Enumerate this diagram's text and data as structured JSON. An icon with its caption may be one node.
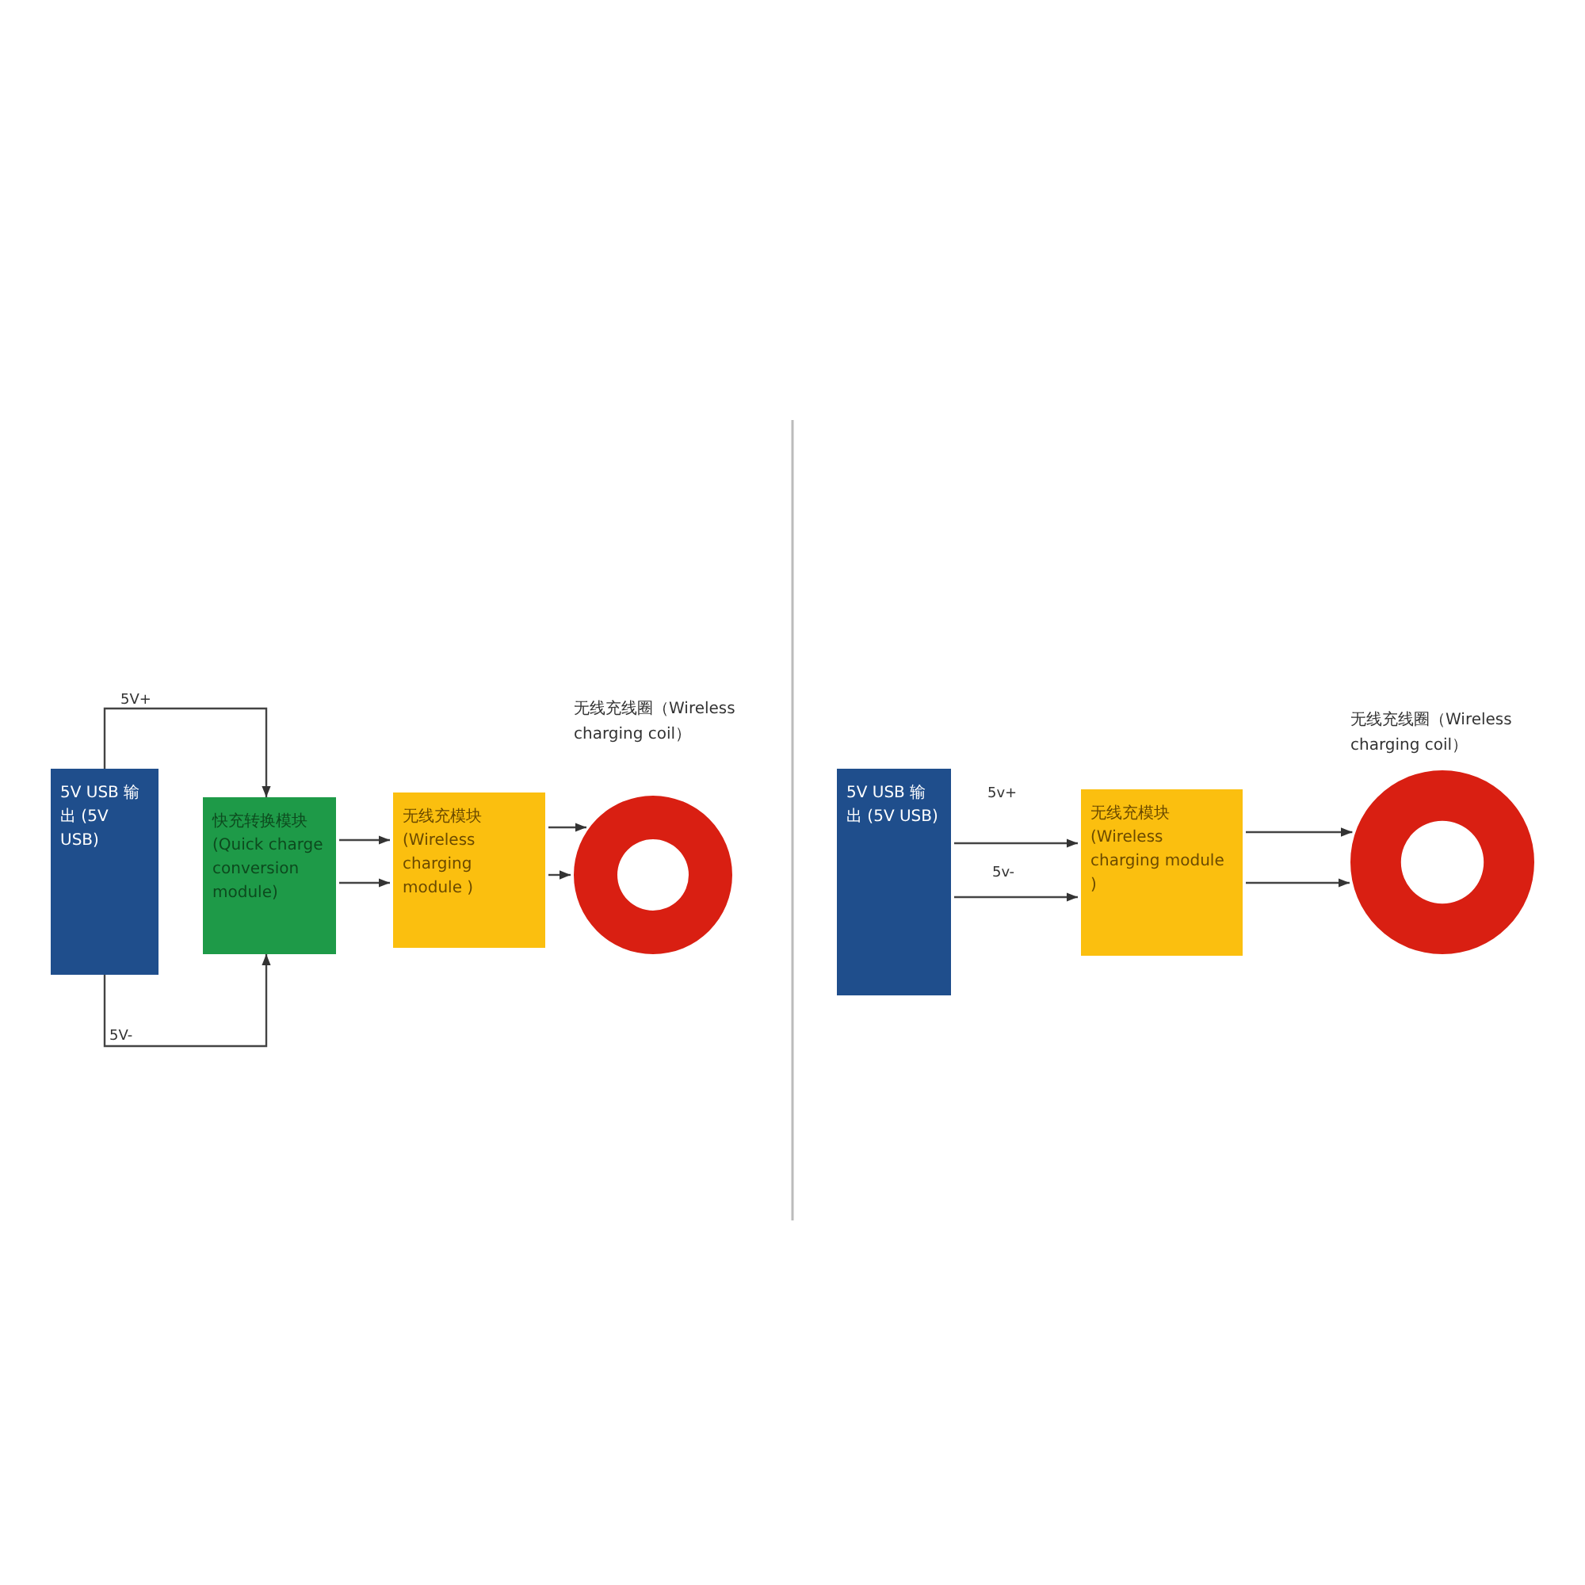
{
  "diagram": {
    "nodes": [
      {
        "text": [
          "5V USB 输出 (5V USB)"
        ]
      },
      {
        "text": [
          "快充转换模块",
          "(Quick charge conversion module)"
        ]
      },
      {
        "text": [
          "无线充模块",
          "(Wireless charging module )"
        ]
      },
      {
        "text": [
          "无线充线圈（Wireless charging coil）"
        ]
      },
      {
        "text": [
          "5V USB 输出 (5V USB)"
        ]
      },
      {
        "text": [
          "无线充模块",
          "(Wireless charging module )"
        ]
      },
      {
        "text": [
          "无线充线圈（Wireless charging coil）"
        ]
      }
    ],
    "edges": [
      {
        "from": 0,
        "to": 1,
        "arrow": "to",
        "label": "5V+"
      },
      {
        "from": 0,
        "to": 1,
        "arrow": "to",
        "label": "5V-"
      },
      {
        "from": 1,
        "to": 2,
        "arrow": "to"
      },
      {
        "from": 1,
        "to": 2,
        "arrow": "to"
      },
      {
        "from": 2,
        "to": 3,
        "arrow": "to"
      },
      {
        "from": 2,
        "to": 3,
        "arrow": "to"
      },
      {
        "from": 4,
        "to": 5,
        "arrow": "to",
        "label": "5v+"
      },
      {
        "from": 4,
        "to": 5,
        "arrow": "to",
        "label": "5v-"
      },
      {
        "from": 5,
        "to": 6,
        "arrow": "to"
      },
      {
        "from": 5,
        "to": 6,
        "arrow": "to"
      }
    ]
  }
}
